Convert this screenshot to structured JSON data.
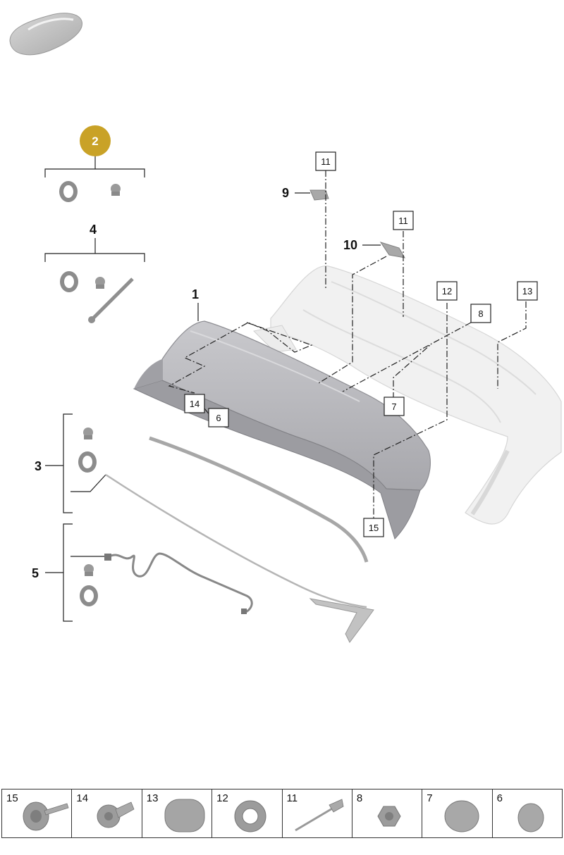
{
  "group_badge": "2",
  "labels": {
    "n1": "1",
    "n3": "3",
    "n4": "4",
    "n5": "5",
    "n9": "9",
    "n10": "10"
  },
  "boxed": {
    "b11a": "11",
    "b11b": "11",
    "b12": "12",
    "b13": "13",
    "b8": "8",
    "b7": "7",
    "b14": "14",
    "b6": "6",
    "b15": "15"
  },
  "legend": [
    {
      "label": "15",
      "icon": "flange-bolt-icon"
    },
    {
      "label": "14",
      "icon": "torx-screw-icon"
    },
    {
      "label": "13",
      "icon": "oval-plug-icon"
    },
    {
      "label": "12",
      "icon": "grommet-icon"
    },
    {
      "label": "11",
      "icon": "blind-rivet-icon"
    },
    {
      "label": "8",
      "icon": "hex-nut-icon"
    },
    {
      "label": "7",
      "icon": "round-plug-icon"
    },
    {
      "label": "6",
      "icon": "small-plug-icon"
    }
  ],
  "colors": {
    "badge": "#c9a227",
    "part_gray": "#b9b9bd",
    "ghost_body": "#eeeeee"
  }
}
